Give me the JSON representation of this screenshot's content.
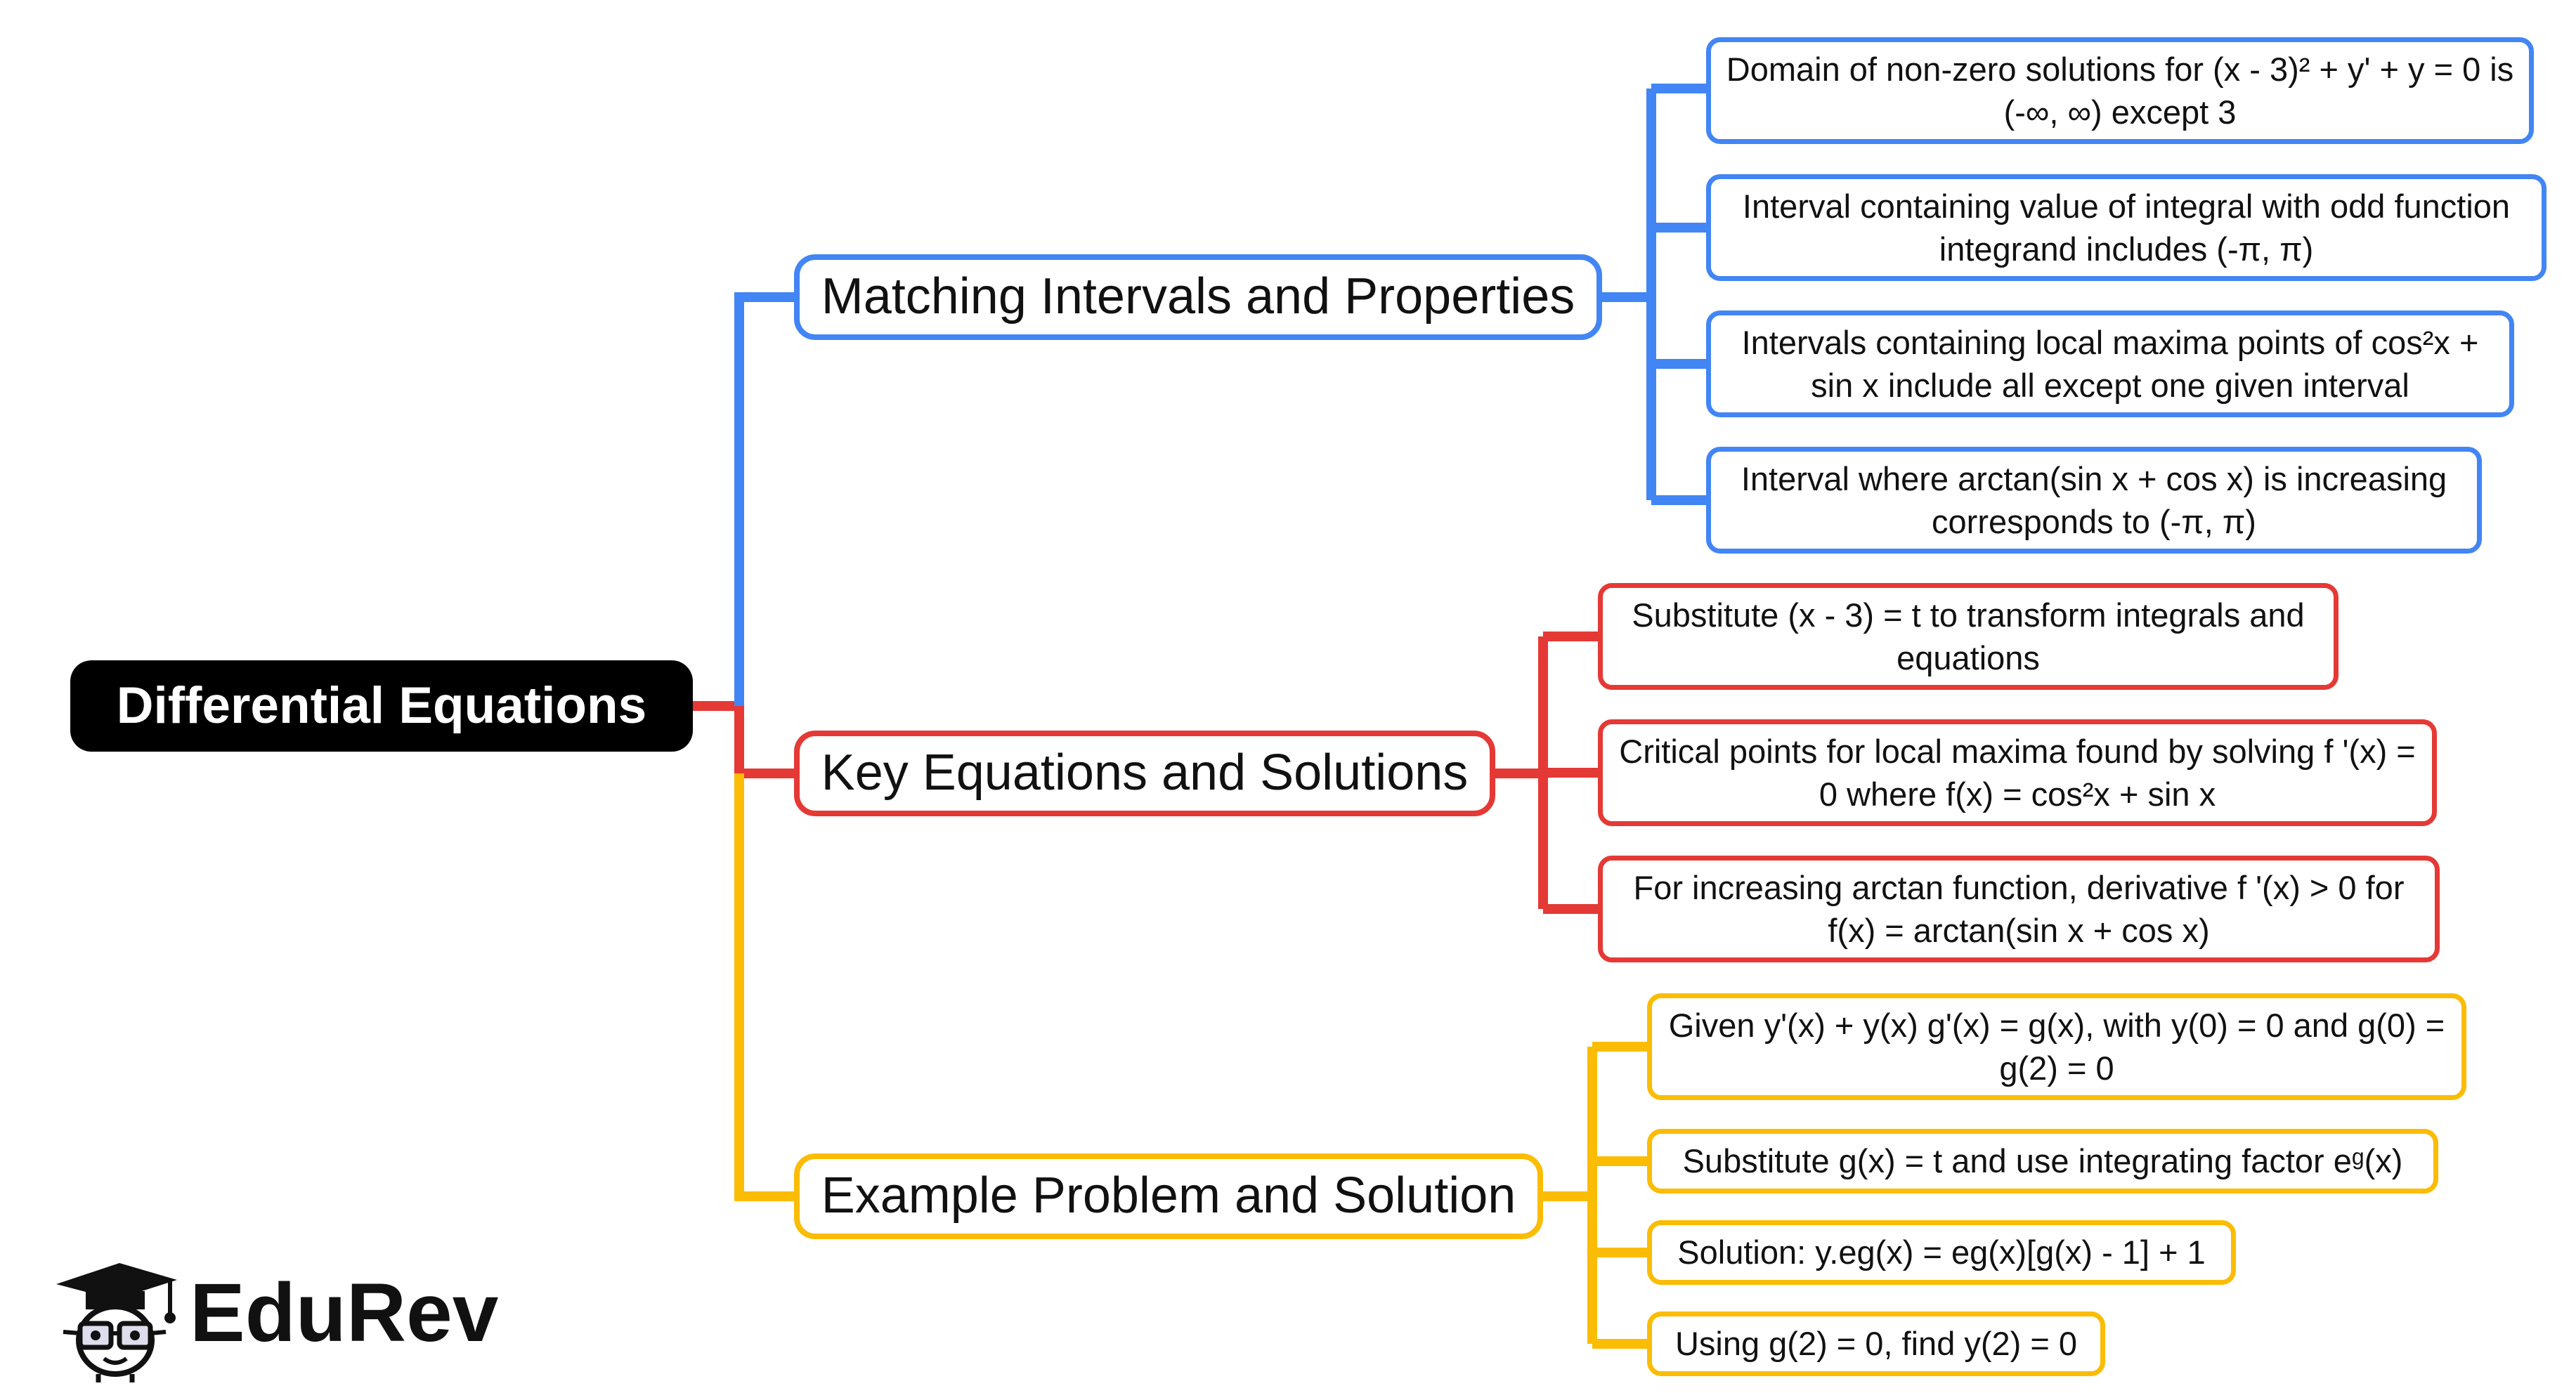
{
  "colors": {
    "root_bg": "#000000",
    "root_text": "#ffffff",
    "branch_1": "#4285f4",
    "branch_2": "#e53935",
    "branch_3": "#fbbc04"
  },
  "root": {
    "label": "Differential Equations"
  },
  "branches": [
    {
      "label": "Matching Intervals and Properties",
      "color": "#4285f4",
      "children": [
        "Domain of non-zero solutions for (x - 3)² + y' + y = 0 is (-∞, ∞) except 3",
        "Interval containing value of integral with odd function integrand includes (-π, π)",
        "Intervals containing local maxima points of cos²x + sin x include all except one given interval",
        "Interval where arctan(sin x + cos x) is increasing corresponds to (-π, π)"
      ]
    },
    {
      "label": "Key Equations and Solutions",
      "color": "#e53935",
      "children": [
        "Substitute (x - 3) = t to transform integrals and equations",
        "Critical points for local maxima found by solving f '(x) = 0 where f(x) = cos²x + sin x",
        "For increasing arctan function, derivative f '(x) > 0 for f(x) = arctan(sin x + cos x)"
      ]
    },
    {
      "label": "Example Problem and Solution",
      "color": "#fbbc04",
      "children": [
        "Given y'(x) + y(x) g'(x) = g(x), with y(0) = 0 and g(0) = g(2) = 0",
        "Substitute g(x) = t and use integrating factor eᵍ(x)",
        "Solution: y.eg(x) = eg(x)[g(x) - 1] + 1",
        "Using g(2) = 0, find y(2) = 0"
      ]
    }
  ],
  "logo": {
    "text": "EduRev",
    "icon": "graduate-owl-icon"
  }
}
